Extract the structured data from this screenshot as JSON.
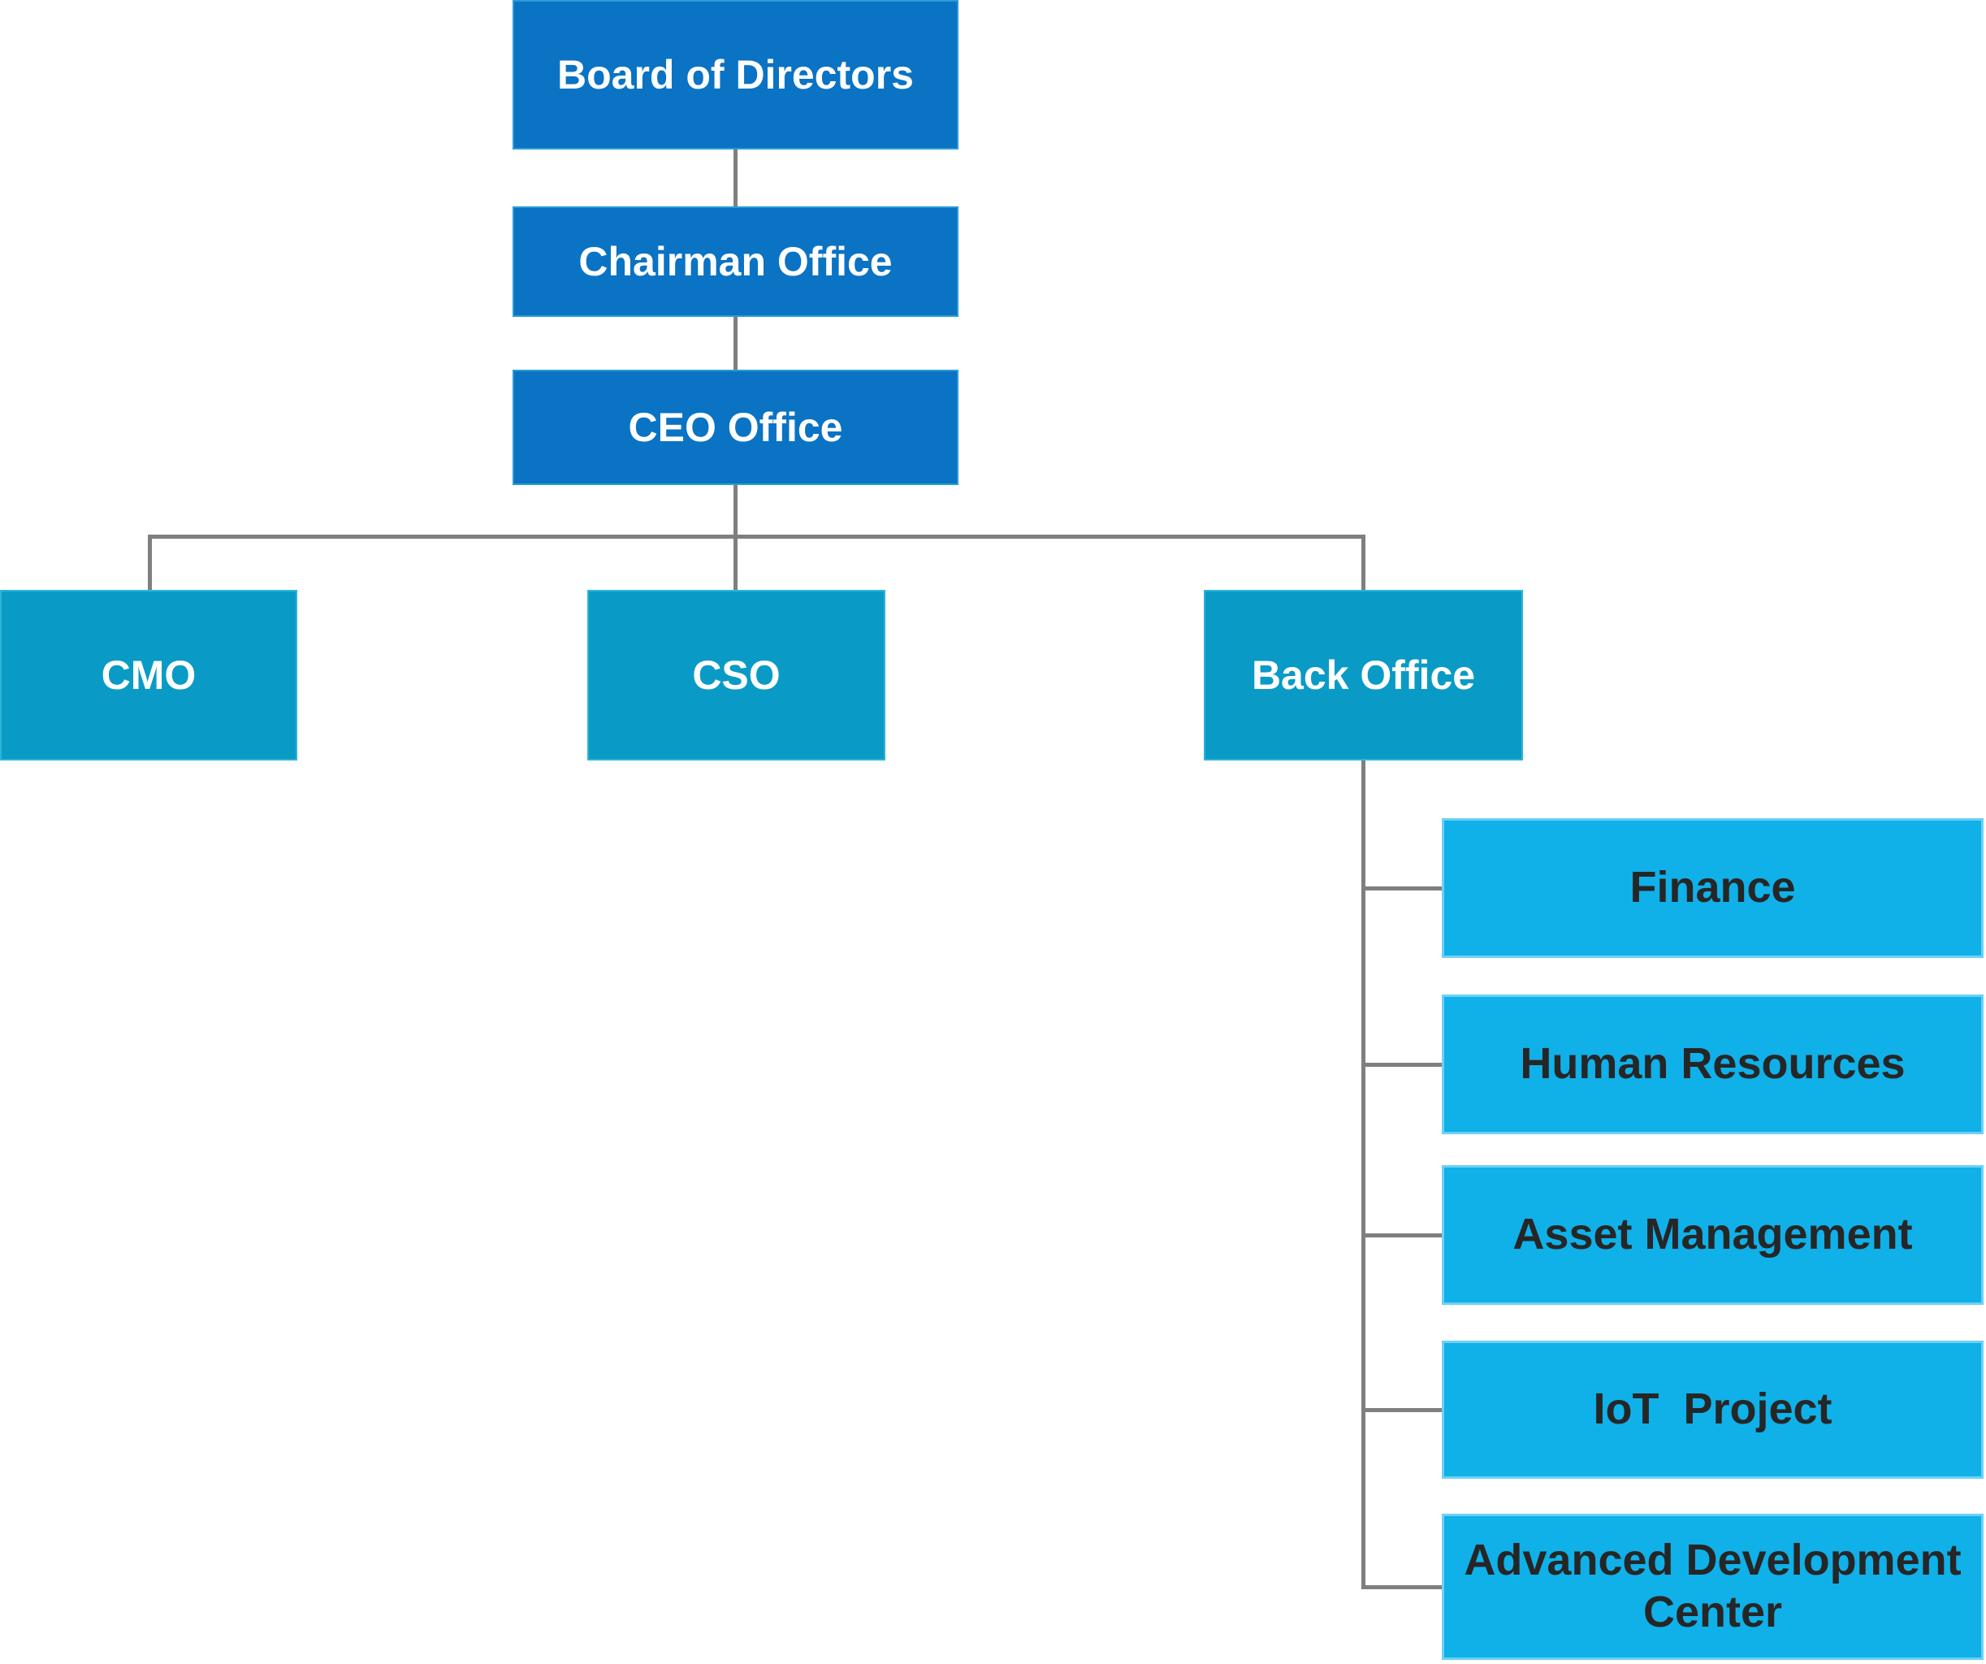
{
  "diagram": {
    "type": "org-chart",
    "background": "#ffffff",
    "connector_color": "#7f7f7f",
    "levels": {
      "l1": {
        "fill": "#0a73c4",
        "border": "#2a9bd4",
        "text": "#ffffff"
      },
      "l2": {
        "fill": "#099bc5",
        "border": "#2cb4da",
        "text": "#ffffff"
      },
      "l3": {
        "fill": "#10b0e8",
        "border": "#6cd1f5",
        "text": "#262626"
      }
    },
    "nodes": {
      "board": {
        "label": "Board of Directors",
        "level": 1
      },
      "chairman": {
        "label": "Chairman Office",
        "level": 1
      },
      "ceo": {
        "label": "CEO Office",
        "level": 1
      },
      "cmo": {
        "label": "CMO",
        "level": 2
      },
      "cso": {
        "label": "CSO",
        "level": 2
      },
      "back_office": {
        "label": "Back Office",
        "level": 2
      },
      "finance": {
        "label": "Finance",
        "level": 3
      },
      "human_resources": {
        "label": "Human Resources",
        "level": 3
      },
      "asset_management": {
        "label": "Asset Management",
        "level": 3
      },
      "iot_project": {
        "label": "IoT  Project",
        "level": 3
      },
      "adv_dev_center": {
        "label": "Advanced Development Center",
        "level": 3
      }
    },
    "edges": [
      {
        "from": "board",
        "to": "chairman"
      },
      {
        "from": "chairman",
        "to": "ceo"
      },
      {
        "from": "ceo",
        "to": "cmo"
      },
      {
        "from": "ceo",
        "to": "cso"
      },
      {
        "from": "ceo",
        "to": "back_office"
      },
      {
        "from": "back_office",
        "to": "finance"
      },
      {
        "from": "back_office",
        "to": "human_resources"
      },
      {
        "from": "back_office",
        "to": "asset_management"
      },
      {
        "from": "back_office",
        "to": "iot_project"
      },
      {
        "from": "back_office",
        "to": "adv_dev_center"
      }
    ]
  }
}
